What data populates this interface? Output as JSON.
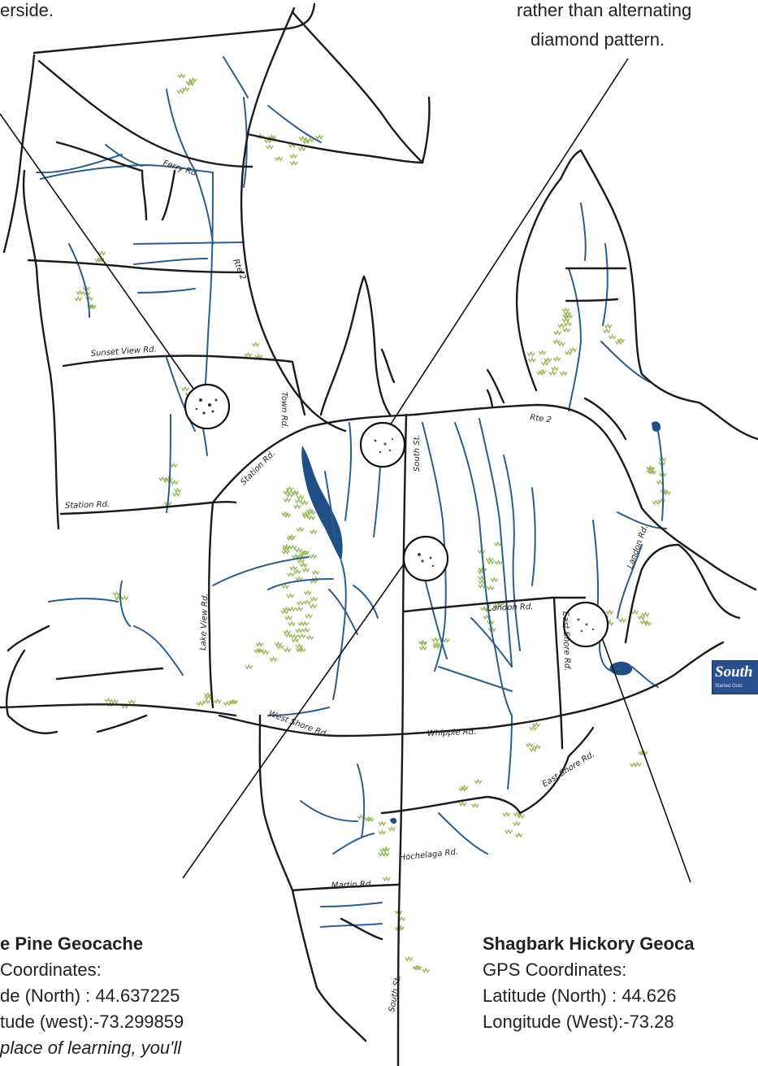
{
  "captions": {
    "top_left": "erside.",
    "top_right_line1": "rather than alternating",
    "top_right_line2": "diamond pattern."
  },
  "road_labels": {
    "ferry": "Ferry Rd.",
    "rte2_north": "Rte 2",
    "sunset_view": "Sunset View Rd.",
    "town": "Town Rd.",
    "station_w": "Station Rd.",
    "station": "Station Rd.",
    "rte2_east": "Rte 2",
    "south_st": "South St.",
    "landon_e": "Landon Rd.",
    "lake_view": "Lake View Rd.",
    "landon": "Landon Rd.",
    "east_shore": "East Shore Rd.",
    "west_shore": "West Shore Rd.",
    "whipple": "Whipple Rd.",
    "east_shore_s": "East Shore Rd.",
    "hochelaga": "Hochelaga Rd.",
    "martin": "Martin Rd.",
    "south_st_s": "South St."
  },
  "geocaches": [
    {
      "title": "e Pine Geocache",
      "gps_label": "Coordinates:",
      "lat": "de (North) : 44.637225",
      "lon": "tude (west):-73.299859",
      "note": "place of learning, you'll"
    },
    {
      "title": "Shagbark Hickory Geoca",
      "gps_label": "GPS Coordinates:",
      "lat": "Latitude (North) : 44.626",
      "lon": "Longitude (West):-73.28"
    }
  ],
  "badge": {
    "title": "South",
    "subtitle": "Started Octo"
  },
  "colors": {
    "road": "#1b1b1b",
    "stream": "#2d5d8a",
    "vegetation": "#9ab85c",
    "water": "#1f4f85"
  }
}
